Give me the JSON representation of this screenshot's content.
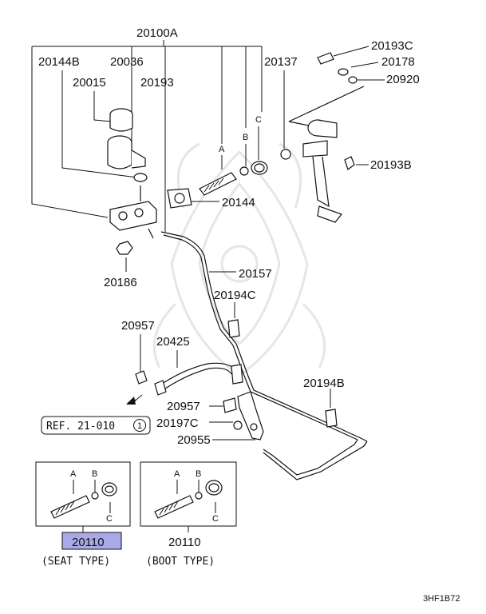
{
  "diagram": {
    "part_labels": {
      "p20100A": "20100A",
      "p20144B": "20144B",
      "p20036": "20036",
      "p20015": "20015",
      "p20193": "20193",
      "p20137": "20137",
      "p20193C": "20193C",
      "p20178": "20178",
      "p20920": "20920",
      "p20193B": "20193B",
      "p20144": "20144",
      "p20186": "20186",
      "p20157": "20157",
      "p20194C": "20194C",
      "p20957a": "20957",
      "p20425": "20425",
      "p20194B": "20194B",
      "p20957b": "20957",
      "p20197C": "20197C",
      "p20955": "20955",
      "p20110_seat": "20110",
      "p20110_boot": "20110"
    },
    "letters": {
      "a1": "A",
      "b1": "B",
      "c1": "C",
      "a2": "A",
      "b2": "B",
      "c2": "C",
      "a3": "A",
      "b3": "B",
      "c3": "C"
    },
    "reference": {
      "text": "REF. 21-010",
      "circled": "1"
    },
    "captions": {
      "seat": "(SEAT TYPE)",
      "boot": "(BOOT TYPE)"
    },
    "code": "3HF1B72",
    "colors": {
      "highlight": "#a9a9e8",
      "line": "#111111"
    }
  }
}
